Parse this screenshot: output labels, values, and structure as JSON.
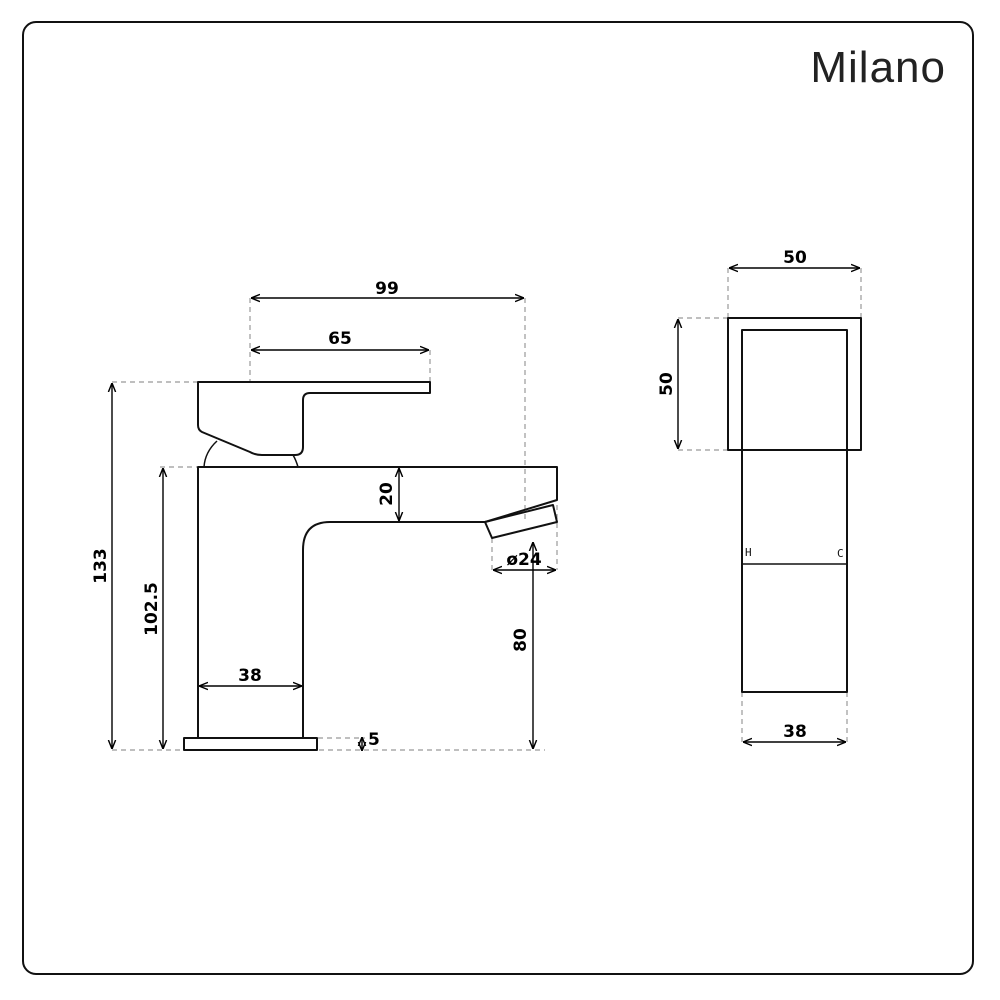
{
  "brand": {
    "name": "Milano"
  },
  "side_view": {
    "dimensions": {
      "total_depth": "99",
      "lever_length": "65",
      "total_height": "133",
      "spout_height": "102.5",
      "spout_thickness": "20",
      "outlet_diameter": "ø24",
      "outlet_clearance": "80",
      "body_width": "38",
      "base_thickness": "5"
    }
  },
  "top_view": {
    "dimensions": {
      "handle_width": "50",
      "handle_depth": "50",
      "body_width": "38"
    },
    "labels": {
      "hot": "H",
      "cold": "C"
    }
  }
}
